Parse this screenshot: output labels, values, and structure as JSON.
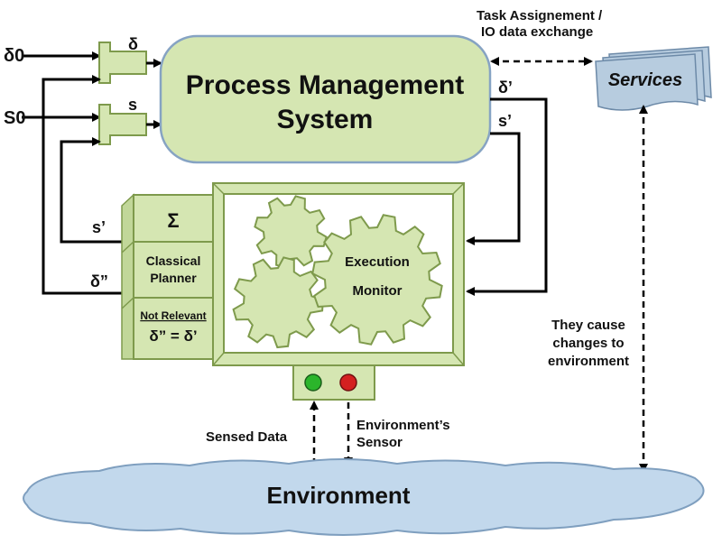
{
  "inputs": {
    "delta0": "δ0",
    "s0": "S0"
  },
  "merges": {
    "delta": "δ",
    "s": "s"
  },
  "pms": {
    "line1": "Process Management",
    "line2": "System"
  },
  "outputs": {
    "delta_prime": "δ’",
    "s_prime": "s’"
  },
  "task_label": {
    "line1": "Task Assignement /",
    "line2": "IO data exchange"
  },
  "services": "Services",
  "planner": {
    "sigma": "Σ",
    "title_line1": "Classical",
    "title_line2": "Planner",
    "note": "Not Relevant",
    "equation": "δ” = δ’"
  },
  "feedback": {
    "s_prime": "s’",
    "delta_double": "δ”"
  },
  "monitor": {
    "line1": "Execution",
    "line2": "Monitor"
  },
  "sensor_lights": {
    "green": "#2bb52b",
    "red": "#d42020"
  },
  "sensed_data": "Sensed Data",
  "env_sensor": {
    "line1": "Environment’s",
    "line2": "Sensor"
  },
  "cause_label": {
    "line1": "They cause",
    "line2": "changes to",
    "line3": "environment"
  },
  "environment": "Environment",
  "colors": {
    "box_fill": "#d5e6b2",
    "box_stroke": "#7e9a4c",
    "services_fill": "#b7ccdf",
    "cloud_fill": "#c2d8ec",
    "cloud_stroke": "#7f9fbf"
  }
}
